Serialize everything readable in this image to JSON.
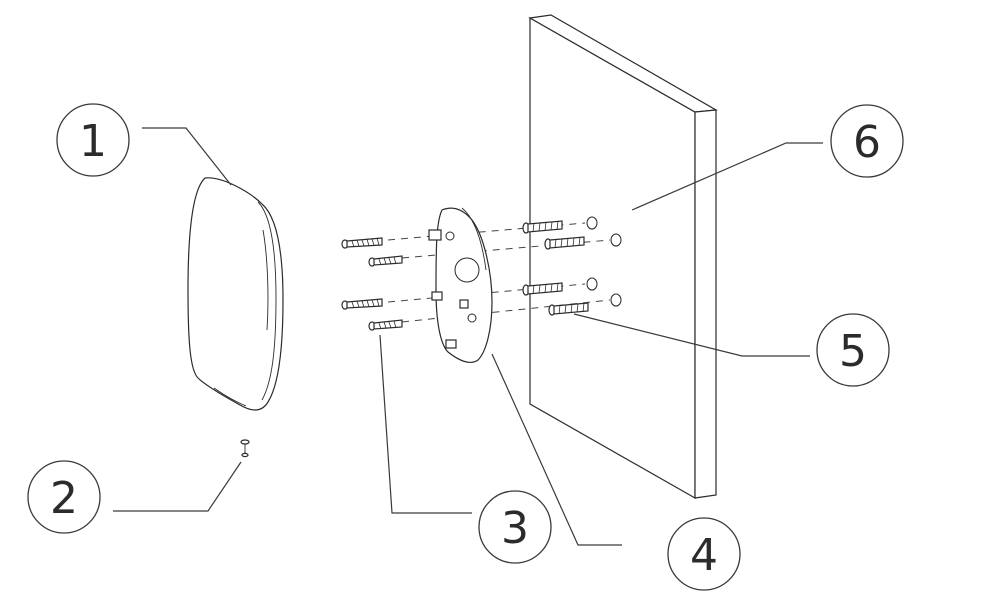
{
  "callouts": [
    {
      "id": "1",
      "label": "1"
    },
    {
      "id": "2",
      "label": "2"
    },
    {
      "id": "3",
      "label": "3"
    },
    {
      "id": "4",
      "label": "4"
    },
    {
      "id": "5",
      "label": "5"
    },
    {
      "id": "6",
      "label": "6"
    }
  ],
  "colors": {
    "line": "#2b2b2b",
    "background": "#ffffff"
  }
}
